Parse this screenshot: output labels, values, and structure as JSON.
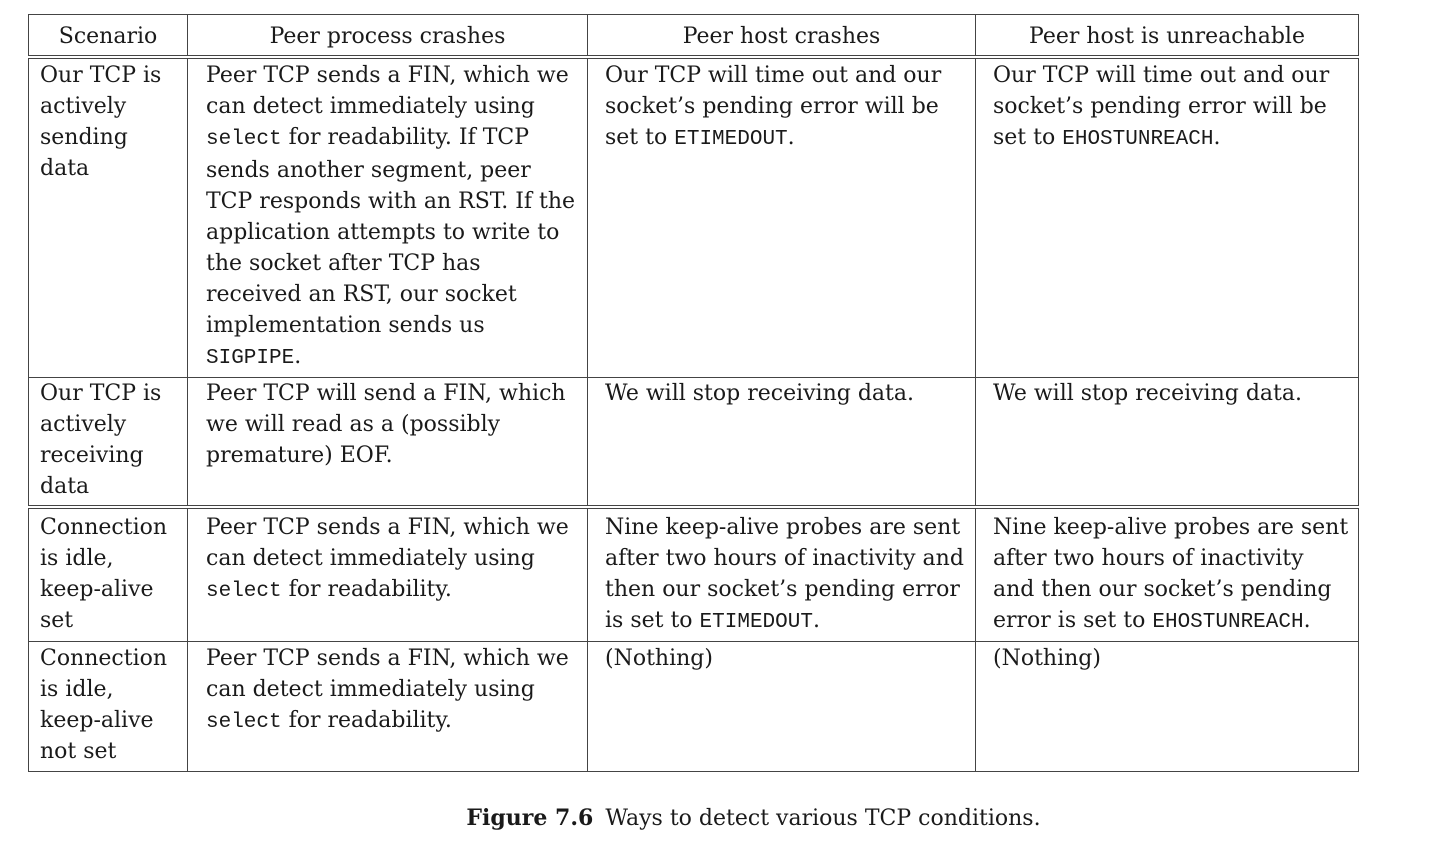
{
  "table": {
    "columns": [
      "Scenario",
      "Peer process crashes",
      "Peer host crashes",
      "Peer host is unreachable"
    ],
    "rows": [
      {
        "scenario": "Our TCP is actively sending data",
        "cells": [
          [
            {
              "t": "Peer TCP sends a FIN, which we can detect immediately using "
            },
            {
              "t": "select",
              "code": true
            },
            {
              "t": " for readability.  If TCP sends another segment, peer TCP responds with an RST. If the application attempts to write to the socket after TCP has received an RST, our socket implementation sends us "
            },
            {
              "t": "SIGPIPE",
              "code": true
            },
            {
              "t": "."
            }
          ],
          [
            {
              "t": "Our TCP will time out and our socket’s pending error will be set to "
            },
            {
              "t": "ETIMEDOUT",
              "code": true
            },
            {
              "t": "."
            }
          ],
          [
            {
              "t": "Our TCP will time out and our socket’s pending error will be set to "
            },
            {
              "t": "EHOSTUNREACH",
              "code": true
            },
            {
              "t": "."
            }
          ]
        ]
      },
      {
        "scenario": "Our TCP is actively receiving data",
        "cells": [
          [
            {
              "t": "Peer TCP will send a FIN, which we will read as a (possibly premature) EOF."
            }
          ],
          [
            {
              "t": "We will stop receiving data."
            }
          ],
          [
            {
              "t": "We will stop receiving data."
            }
          ]
        ]
      },
      {
        "scenario": "Connection is idle, keep-alive set",
        "cells": [
          [
            {
              "t": "Peer TCP sends a FIN, which we can detect immediately using "
            },
            {
              "t": "select",
              "code": true
            },
            {
              "t": " for readability."
            }
          ],
          [
            {
              "t": "Nine keep-alive probes are sent after two hours of inactivity and then our socket’s pending error is set to "
            },
            {
              "t": "ETIMEDOUT",
              "code": true
            },
            {
              "t": "."
            }
          ],
          [
            {
              "t": "Nine keep-alive probes are sent after two hours of inactivity and then our socket’s pending error is set to "
            },
            {
              "t": "EHOSTUNREACH",
              "code": true
            },
            {
              "t": "."
            }
          ]
        ]
      },
      {
        "scenario": "Connection is idle, keep-alive not set",
        "cells": [
          [
            {
              "t": "Peer TCP sends a FIN, which we can detect immediately using "
            },
            {
              "t": "select",
              "code": true
            },
            {
              "t": " for readability."
            }
          ],
          [
            {
              "t": "(Nothing)"
            }
          ],
          [
            {
              "t": "(Nothing)"
            }
          ]
        ]
      }
    ]
  },
  "caption": {
    "label": "Figure 7.6",
    "text": "Ways to detect various TCP conditions."
  }
}
